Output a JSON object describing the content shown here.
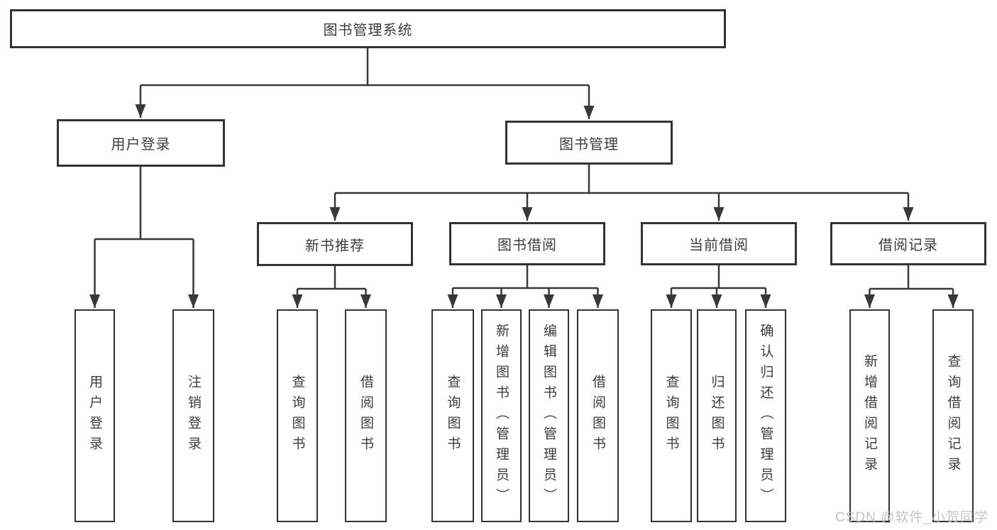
{
  "diagram": {
    "title_node": {
      "label": "图书管理系统"
    },
    "level2": {
      "user_login": {
        "label": "用户登录"
      },
      "book_management": {
        "label": "图书管理"
      }
    },
    "level3": {
      "new_book_recommend": {
        "label": "新书推荐"
      },
      "book_borrow": {
        "label": "图书借阅"
      },
      "current_borrow": {
        "label": "当前借阅"
      },
      "borrow_record": {
        "label": "借阅记录"
      }
    },
    "leaves": {
      "user_login": {
        "label": "用户登录"
      },
      "logout": {
        "label": "注销登录"
      },
      "rec_query_book": {
        "label": "查询图书"
      },
      "rec_borrow_book": {
        "label": "借阅图书"
      },
      "bb_query_book": {
        "label": "查询图书"
      },
      "bb_add_book_admin": {
        "label": "新增图书（管理员）"
      },
      "bb_edit_book_admin": {
        "label": "编辑图书（管理员）"
      },
      "bb_borrow_book": {
        "label": "借阅图书"
      },
      "cb_query_book": {
        "label": "查询图书"
      },
      "cb_return_book": {
        "label": "归还图书"
      },
      "cb_confirm_return_admin": {
        "label": "确认归还（管理员）"
      },
      "br_add_record": {
        "label": "新增借阅记录"
      },
      "br_query_record": {
        "label": "查询借阅记录"
      }
    }
  },
  "watermark": {
    "text": "CSDN @软件_小贺同学"
  },
  "colors": {
    "line": "#383838",
    "box_border": "#333333",
    "text": "#3c3c3c",
    "watermark_text": "#c4c4c4",
    "background": "#ffffff"
  }
}
